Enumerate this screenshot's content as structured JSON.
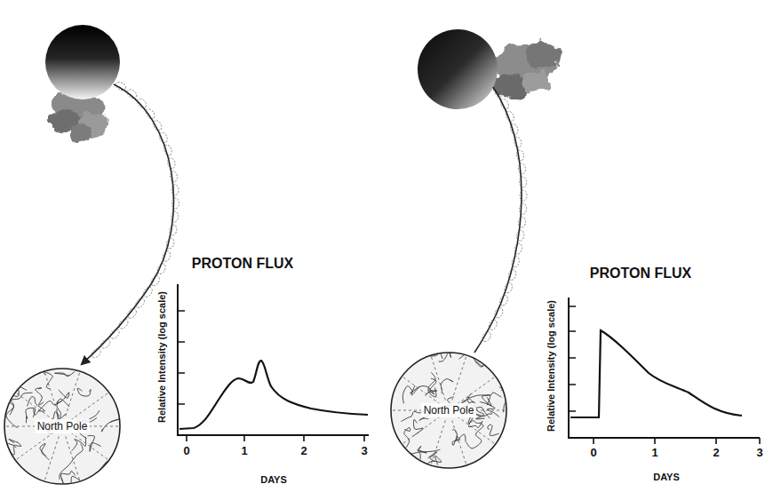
{
  "diagram": {
    "nodes": [
      {
        "text": [
          "North Pole"
        ]
      },
      {
        "text": [
          "North Pole"
        ]
      }
    ],
    "labels": [
      "PROTON FLUX",
      "Relative Intensity (log scale)",
      "DAYS",
      "0",
      "1",
      "2",
      "3",
      "PROTON FLUX",
      "Relative Intensity (log scale)",
      "DAYS",
      "0",
      "1",
      "2",
      "3"
    ]
  }
}
